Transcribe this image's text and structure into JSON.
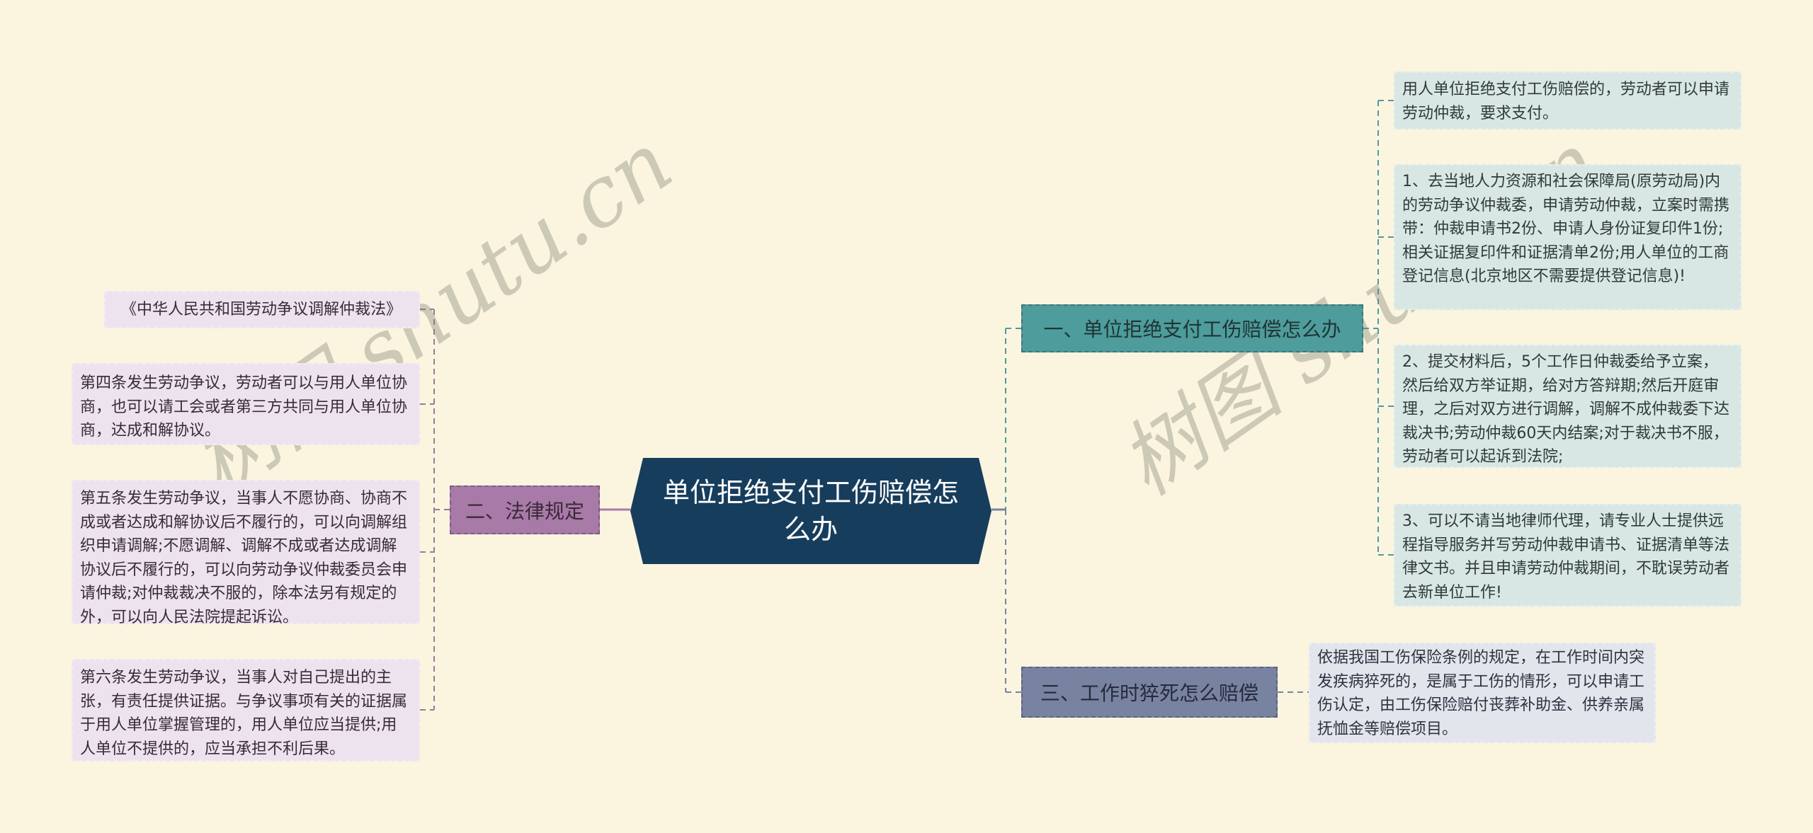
{
  "central": {
    "title": "单位拒绝支付工伤赔偿怎么办",
    "color": "#173d5c"
  },
  "branches": [
    {
      "label": "一、单位拒绝支付工伤赔偿怎么办",
      "color": "#4e9c9c",
      "leaves": [
        "用人单位拒绝支付工伤赔偿的，劳动者可以申请劳动仲裁，要求支付。",
        "1、去当地人力资源和社会保障局(原劳动局)内的劳动争议仲裁委，申请劳动仲裁，立案时需携带：仲裁申请书2份、申请人身份证复印件1份;相关证据复印件和证据清单2份;用人单位的工商登记信息(北京地区不需要提供登记信息)!",
        "2、提交材料后，5个工作日仲裁委给予立案，然后给双方举证期，给对方答辩期;然后开庭审理，之后对双方进行调解，调解不成仲裁委下达裁决书;劳动仲裁60天内结案;对于裁决书不服，劳动者可以起诉到法院;",
        "3、可以不请当地律师代理，请专业人士提供远程指导服务并写劳动仲裁申请书、证据清单等法律文书。并且申请劳动仲裁期间，不耽误劳动者去新单位工作!"
      ]
    },
    {
      "label": "二、法律规定",
      "color": "#a87aa8",
      "leaves": [
        "《中华人民共和国劳动争议调解仲裁法》",
        "第四条发生劳动争议，劳动者可以与用人单位协商，也可以请工会或者第三方共同与用人单位协商，达成和解协议。",
        "第五条发生劳动争议，当事人不愿协商、协商不成或者达成和解协议后不履行的，可以向调解组织申请调解;不愿调解、调解不成或者达成调解协议后不履行的，可以向劳动争议仲裁委员会申请仲裁;对仲裁裁决不服的，除本法另有规定的外，可以向人民法院提起诉讼。",
        "第六条发生劳动争议，当事人对自己提出的主张，有责任提供证据。与争议事项有关的证据属于用人单位掌握管理的，用人单位应当提供;用人单位不提供的，应当承担不利后果。"
      ]
    },
    {
      "label": "三、工作时猝死怎么赔偿",
      "color": "#7883a2",
      "leaves": [
        "依据我国工伤保险条例的规定，在工作时间内突发疾病猝死的，是属于工伤的情形，可以申请工伤认定，由工伤保险赔付丧葬补助金、供养亲属抚恤金等赔偿项目。"
      ]
    }
  ],
  "watermarks": [
    "树图 shutu.cn",
    "树图 shutu.cn"
  ]
}
